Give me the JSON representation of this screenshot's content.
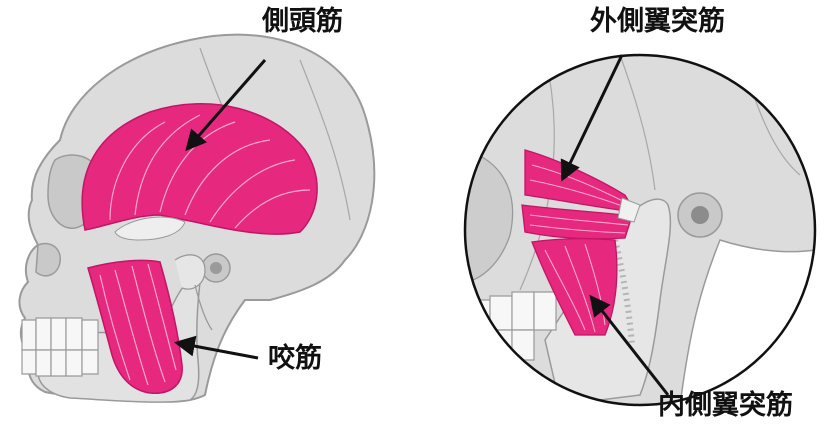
{
  "labels": {
    "temporalis": "側頭筋",
    "masseter": "咬筋",
    "lateral_pterygoid": "外側翼突筋",
    "medial_pterygoid": "内側翼突筋"
  },
  "colors": {
    "muscle": "#e6287f",
    "muscle_light": "#f08bbd",
    "bone": "#dcdcdc",
    "bone_line": "#9a9a9a",
    "arrow": "#111111"
  }
}
